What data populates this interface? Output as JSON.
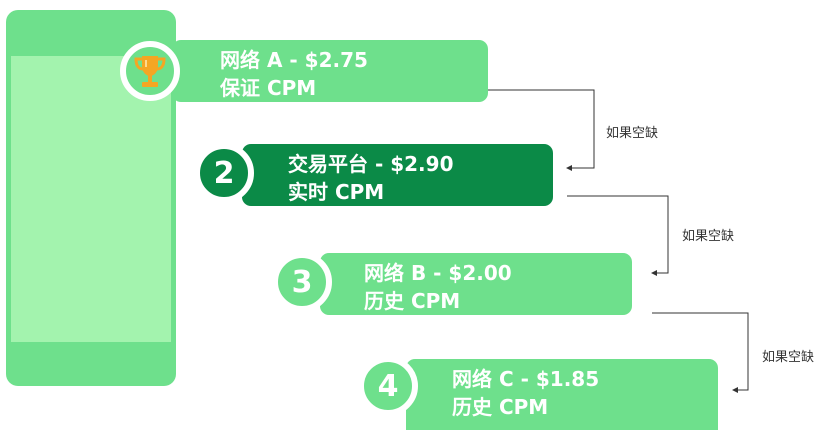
{
  "colors": {
    "card_light": "#6ee08c",
    "card_dark": "#0b8a47",
    "screen": "#a3f3ae",
    "trophy": "#f5a623"
  },
  "waterfall": [
    {
      "rank_icon": "trophy-icon",
      "title": "网络 A - $2.75",
      "pricing": "保证 CPM"
    },
    {
      "rank": "2",
      "title": "交易平台 - $2.90",
      "pricing": "实时 CPM"
    },
    {
      "rank": "3",
      "title": "网络 B - $2.00",
      "pricing": "历史 CPM"
    },
    {
      "rank": "4",
      "title": "网络 C - $1.85",
      "pricing": "历史 CPM"
    }
  ],
  "fallback_label": "如果空缺"
}
